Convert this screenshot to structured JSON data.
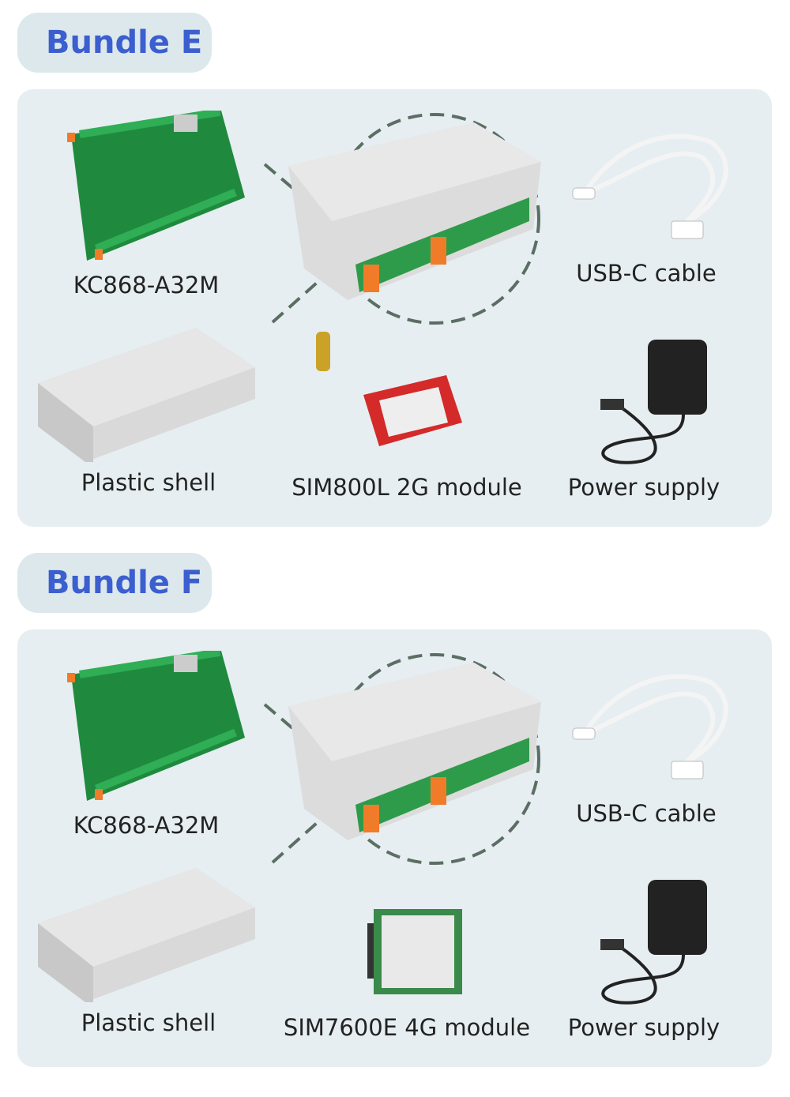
{
  "bundles": [
    {
      "title": "Bundle E",
      "items": {
        "board": "KC868-A32M",
        "shell": "Plastic shell",
        "module": "SIM800L 2G module",
        "cable": "USB-C cable",
        "power": "Power supply"
      }
    },
    {
      "title": "Bundle F",
      "items": {
        "board": "KC868-A32M",
        "shell": "Plastic shell",
        "module": "SIM7600E 4G module",
        "cable": "USB-C cable",
        "power": "Power supply"
      }
    }
  ],
  "colors": {
    "title": "#3b5fcf",
    "pill": "#dde8ec",
    "panel": "#e6eef1"
  }
}
